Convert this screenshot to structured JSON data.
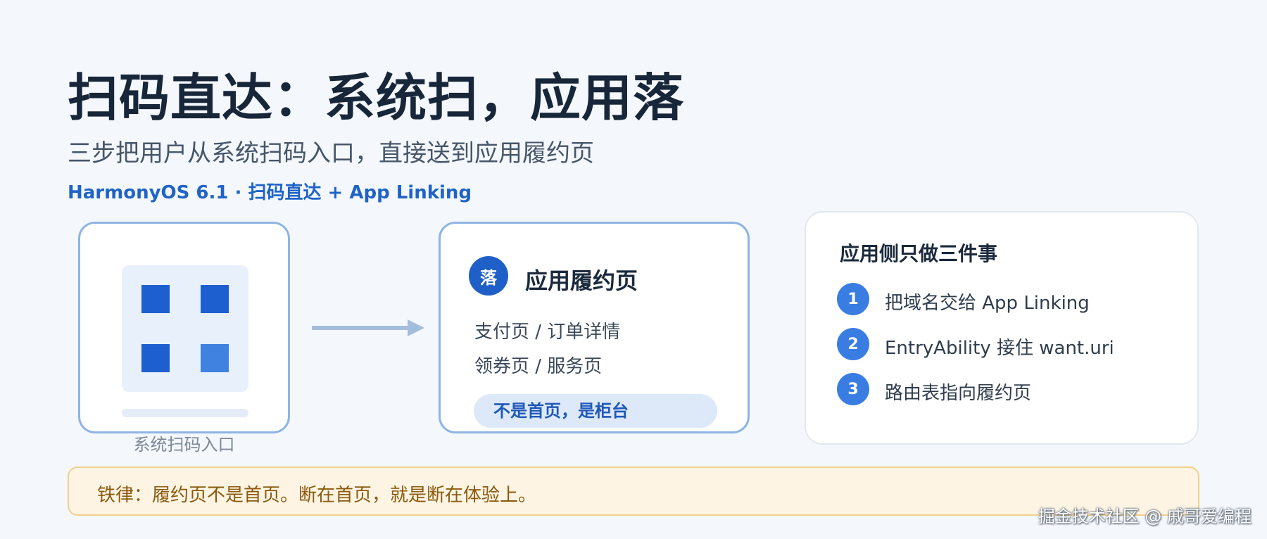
{
  "header": {
    "title": "扫码直达：系统扫，应用落",
    "subtitle": "三步把用户从系统扫码入口，直接送到应用履约页",
    "tagline": "HarmonyOS 6.1 · 扫码直达 + App Linking"
  },
  "scan_entry": {
    "caption": "系统扫码入口",
    "icon": "qr-code-icon",
    "colors": {
      "qr_dark": "#1e5fd0",
      "qr_light": "#3f82e0",
      "border": "#8fb4e3"
    }
  },
  "flow_arrow": {
    "icon": "arrow-right-icon",
    "color": "#a3bedc"
  },
  "landing": {
    "badge": "落",
    "title": "应用履约页",
    "lines": [
      "支付页 / 订单详情",
      "领券页 / 服务页"
    ],
    "pill": "不是首页，是柜台",
    "colors": {
      "badge": "#1f5fc8",
      "pill_bg": "#dde9f9"
    }
  },
  "steps_panel": {
    "title": "应用侧只做三件事",
    "steps": [
      {
        "num": "1",
        "text": "把域名交给 App Linking"
      },
      {
        "num": "2",
        "text": "EntryAbility 接住 want.uri"
      },
      {
        "num": "3",
        "text": "路由表指向履约页"
      }
    ],
    "colors": {
      "num_bg": "#3a7de2"
    }
  },
  "rule": {
    "text": "铁律：履约页不是首页。断在首页，就是断在体验上。",
    "colors": {
      "bg": "#fdf4e3",
      "border": "#f0cf8e",
      "text": "#8a5a0e"
    }
  },
  "watermark": "掘金技术社区 @ 戚哥爱编程"
}
